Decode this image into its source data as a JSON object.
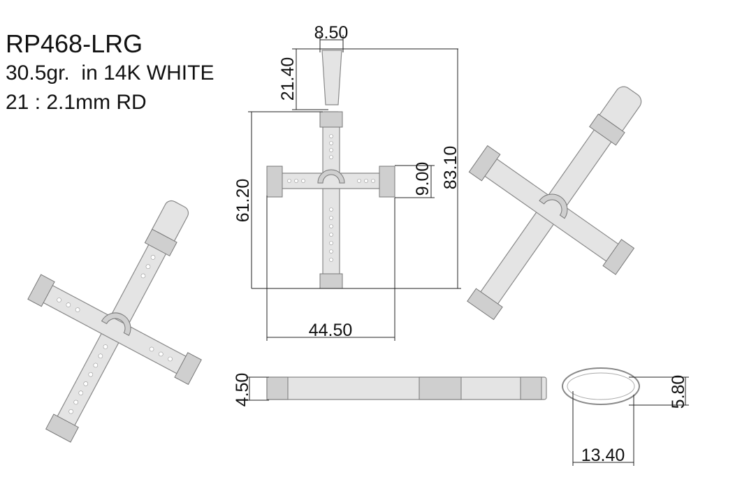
{
  "header": {
    "model": "RP468-LRG",
    "weight": "30.5gr.  in 14K WHITE",
    "stones": "21 : 2.1mm RD"
  },
  "dimensions": {
    "bail_width": "8.50",
    "bail_height": "21.40",
    "cross_height": "61.20",
    "arm_height": "9.00",
    "total_height": "83.10",
    "cross_width": "44.50",
    "thickness": "4.50",
    "bail_thickness": "5.80",
    "bail_depth": "13.40"
  },
  "colors": {
    "metal": "#e4e4e4",
    "line": "#222222"
  }
}
